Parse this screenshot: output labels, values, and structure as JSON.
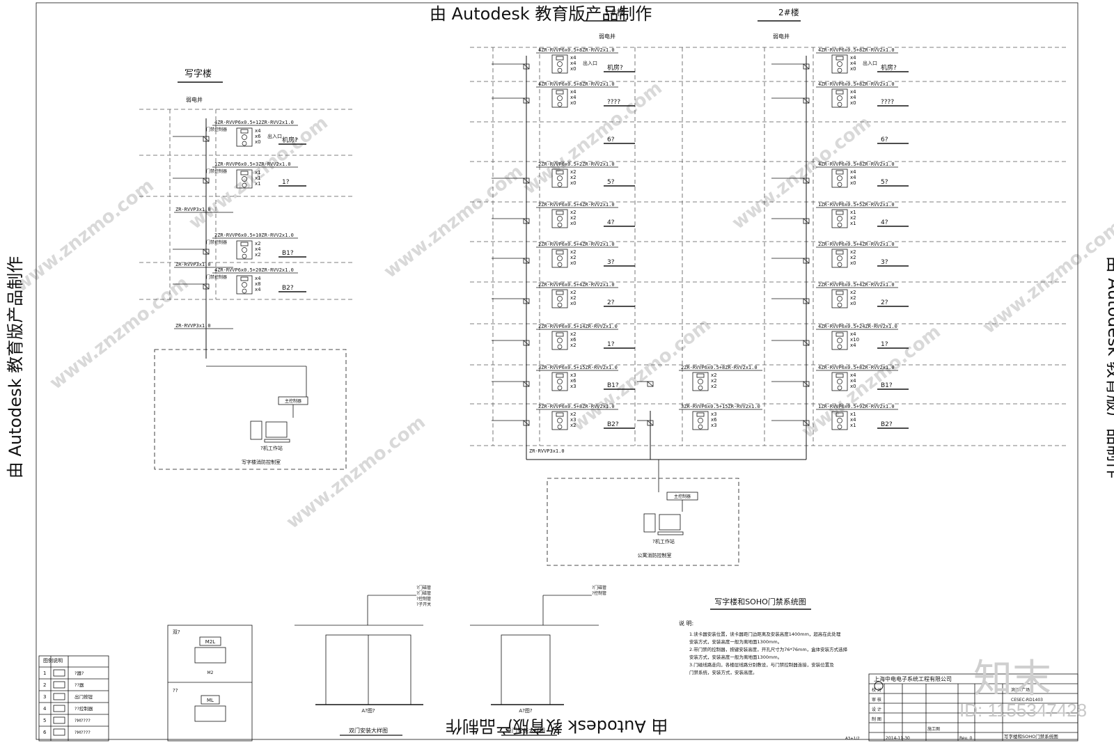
{
  "watermark": "由 Autodesk 教育版产品制作",
  "site_watermark": "www.znzmo.com",
  "logo_text": "知末",
  "id_text": "ID: 1155347428",
  "left_building": {
    "title": "写字楼",
    "shaft": "弱电井",
    "floors": [
      {
        "name": "机房?",
        "cable": "4ZR-RVVP6x0.5+12ZR-RVV2x1.0",
        "counts": [
          "x4",
          "x6",
          "x0"
        ],
        "note": "出入口",
        "box": "门禁控制器"
      },
      {
        "name": "1?",
        "cable": "1ZR-RVVP6x0.5+3ZR-RVV2x1.0",
        "counts": [
          "x1",
          "x1",
          "x1"
        ],
        "note": "",
        "box": "门禁控制器"
      },
      {
        "name": "B1?",
        "cable": "2ZR-RVVP6x0.5+10ZR-RVV2x1.0",
        "counts": [
          "x2",
          "x4",
          "x2"
        ],
        "note": "",
        "box": "门禁控制器"
      },
      {
        "name": "B2?",
        "cable": "4ZR-RVVP6x0.5+20ZR-RVV2x1.0",
        "counts": [
          "x4",
          "x8",
          "x4"
        ],
        "note": "",
        "box": "门禁控制器"
      }
    ],
    "bus": [
      "ZR-RVVP3x1.0",
      "ZR-RVVP3x1.0",
      "ZR-RVVP3x1.0"
    ],
    "controller": "主控制器",
    "workstation": "?机工作站",
    "room": "写字楼消防控制室"
  },
  "right_building": {
    "title": "2#楼",
    "shaft": "弱电井",
    "left_title": "1#楼",
    "floors_left": [
      {
        "name": "机房?",
        "cable": "4ZR-RVVP6x0.5+8ZR-RVV2x1.0",
        "counts": [
          "x4",
          "x4",
          "x0"
        ],
        "note": "出入口"
      },
      {
        "name": "????",
        "cable": "4ZR-RVVP6x0.5+8ZR-RVV2x1.0",
        "counts": [
          "x4",
          "x4",
          "x0"
        ],
        "note": ""
      },
      {
        "name": "6?",
        "cable": "",
        "counts": [],
        "note": ""
      },
      {
        "name": "5?",
        "cable": "2ZR-RVVP6x0.5+2ZR-RVV2x1.0",
        "counts": [
          "x2",
          "x2",
          "x0"
        ],
        "note": ""
      },
      {
        "name": "4?",
        "cable": "2ZR-RVVP6x0.5+4ZR-RVV2x1.0",
        "counts": [
          "x2",
          "x2",
          "x0"
        ],
        "note": ""
      },
      {
        "name": "3?",
        "cable": "2ZR-RVVP6x0.5+4ZR-RVV2x1.0",
        "counts": [
          "x2",
          "x2",
          "x0"
        ],
        "note": ""
      },
      {
        "name": "2?",
        "cable": "2ZR-RVVP6x0.5+4ZR-RVV2x1.0",
        "counts": [
          "x2",
          "x2",
          "x0"
        ],
        "note": ""
      },
      {
        "name": "1?",
        "cable": "2ZR-RVVP6x0.5+14ZR-RVV2x1.0",
        "counts": [
          "x2",
          "x6",
          "x2"
        ],
        "note": ""
      },
      {
        "name": "B1?",
        "cable": "3ZR-RVVP6x0.5+15ZR-RVV2x1.0",
        "counts": [
          "x3",
          "x6",
          "x3"
        ],
        "note": ""
      },
      {
        "name": "B2?",
        "cable": "2ZR-RVVP6x0.5+8ZR-RVV2x1.0",
        "counts": [
          "x2",
          "x3",
          "x2"
        ],
        "note": ""
      }
    ],
    "floors_right": [
      {
        "name": "机房?",
        "cable": "4ZR-RVVP6x0.5+8ZR-RVV2x1.0",
        "counts": [
          "x4",
          "x4",
          "x0"
        ],
        "note": "出入口"
      },
      {
        "name": "????",
        "cable": "4ZR-RVVP6x0.5+8ZR-RVV2x1.0",
        "counts": [
          "x4",
          "x4",
          "x0"
        ],
        "note": ""
      },
      {
        "name": "6?",
        "cable": "",
        "counts": [],
        "note": ""
      },
      {
        "name": "5?",
        "cable": "4ZR-RVVP6x0.5+8ZR-RVV2x1.0",
        "counts": [
          "x4",
          "x4",
          "x0"
        ],
        "note": ""
      },
      {
        "name": "4?",
        "cable": "1ZR-RVVP6x0.5+5ZR-RVV2x1.0",
        "counts": [
          "x1",
          "x2",
          "x1"
        ],
        "note": ""
      },
      {
        "name": "3?",
        "cable": "2ZR-RVVP6x0.5+4ZR-RVV2x1.0",
        "counts": [
          "x2",
          "x2",
          "x0"
        ],
        "note": ""
      },
      {
        "name": "2?",
        "cable": "2ZR-RVVP6x0.5+4ZR-RVV2x1.0",
        "counts": [
          "x2",
          "x2",
          "x0"
        ],
        "note": ""
      },
      {
        "name": "1?",
        "cable": "4ZR-RVVP6x0.5+24ZR-RVV2x1.0",
        "counts": [
          "x4",
          "x10",
          "x4"
        ],
        "note": ""
      },
      {
        "name": "B1?",
        "cable": "4ZR-RVVP6x0.5+8ZR-RVV2x1.0",
        "counts": [
          "x4",
          "x4",
          "x0"
        ],
        "note": ""
      },
      {
        "name": "B2?",
        "cable": "1ZR-RVVP6x0.5+9ZR-RVV2x1.0",
        "counts": [
          "x1",
          "x4",
          "x1"
        ],
        "note": ""
      }
    ],
    "mid_floors": [
      {
        "cable": "2ZR-RVVP6x0.5+8ZR-RVV2x1.0",
        "counts": [
          "x2",
          "x2",
          "x2"
        ]
      },
      {
        "cable": "3ZR-RVVP6x0.5+15ZR-RVV2x1.0",
        "counts": [
          "x3",
          "x6",
          "x3"
        ]
      }
    ],
    "bus": "ZR-RVVP3x1.0",
    "controller": "主控制器",
    "workstation": "?机工作站",
    "room": "公寓消防控制室"
  },
  "system_title": "写字楼和SOHO门禁系统图",
  "notes_title": "说  明:",
  "notes": [
    "1.读卡器安装位置，读卡器距门边距离及安装高度1400mm，超高在此处理",
    "  安装方式，安装高度一般为离地面1300mm。",
    "2.带门禁的控制器，按键安装高度，开孔尺寸为76*76mm，盒体安装方式选择",
    "  安装方式，安装高度一般为离地面1300mm。",
    "3.门磁线路走向，各楼层线路分别敷设，与门禁控制器连接，安装位置及",
    "  门禁系统，安装方式，安装高度。"
  ],
  "legend": {
    "title": "图例说明",
    "rows": [
      {
        "no": "1",
        "name": "?器?"
      },
      {
        "no": "2",
        "name": "??器"
      },
      {
        "no": "3",
        "name": "出门按钮"
      },
      {
        "no": "4",
        "name": "??控制器"
      },
      {
        "no": "5",
        "name": "?M????"
      },
      {
        "no": "6",
        "name": "?M????"
      }
    ]
  },
  "lock_box": {
    "top": "双?",
    "m2l": "M2L",
    "m2": "M2",
    "bottom": "??",
    "ml": "ML"
  },
  "door1": {
    "caption": "双门安装大样图",
    "label": "A?图?",
    "notes": [
      "?门磁管",
      "?门磁管",
      "?控制管",
      "?子开关"
    ]
  },
  "door2": {
    "caption": "单门安装大样图",
    "label": "A?图?",
    "notes": [
      "?门磁管",
      "?控制管"
    ]
  },
  "title_block": {
    "company": "上海中电电子系统工程有限公司",
    "project": "滨江?广场",
    "drawing": "写字楼和SOHO门禁系统图",
    "code": "CESEC-RD1403",
    "date": "2014-11-30",
    "rev": "Rev. 0",
    "rows": [
      "校 对",
      "审 核",
      "设 计",
      "制 图"
    ],
    "stage": "施工图",
    "scale": "A3+1/2"
  },
  "colors": {
    "line": "#111111",
    "dash": "#555555",
    "wm": "#d9d9d9"
  }
}
